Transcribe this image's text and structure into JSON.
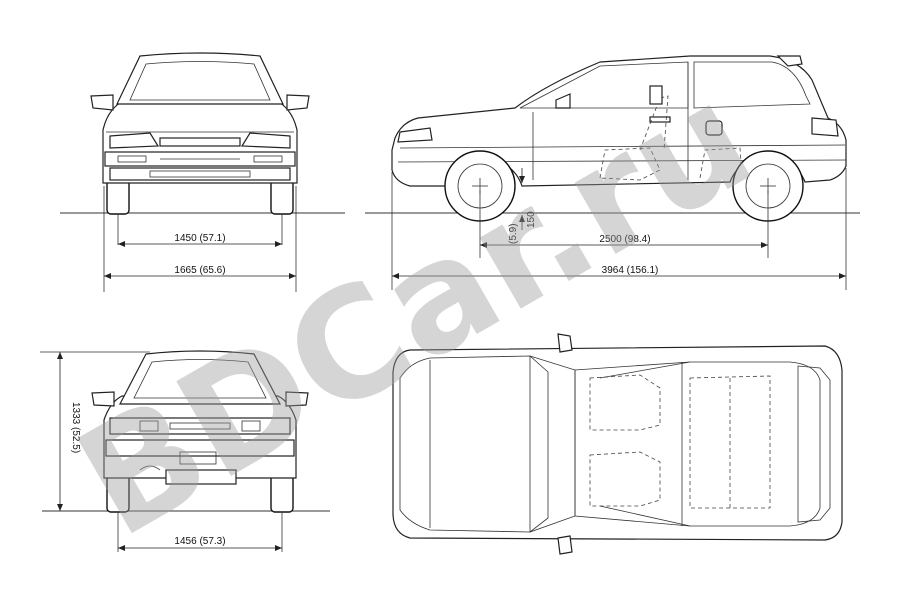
{
  "dimensions": {
    "front_track": "1450 (57.1)",
    "front_width": "1665 (65.6)",
    "ground_clearance": "150",
    "ground_clearance_in": "(5.9)",
    "wheelbase": "2500 (98.4)",
    "overall_length": "3964 (156.1)",
    "rear_height": "1333 (52.5)",
    "rear_track": "1456 (57.3)"
  },
  "watermark": {
    "text": "BDCar.ru"
  }
}
